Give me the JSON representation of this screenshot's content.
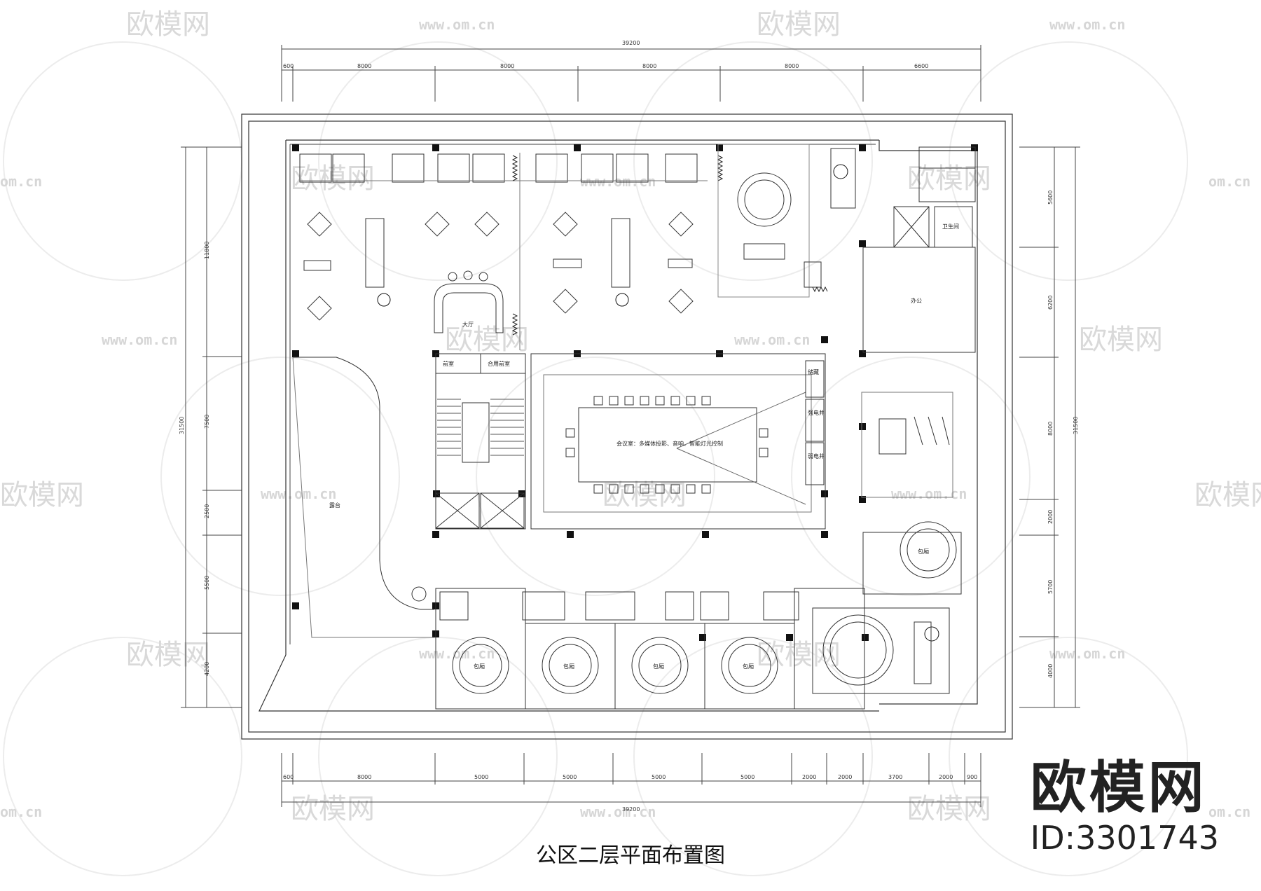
{
  "drawing": {
    "title": "公区二层平面布置图",
    "brand_name": "欧模网",
    "brand_id": "ID:3301743"
  },
  "watermark": {
    "logo_text": "欧模网",
    "url_text": "www.om.cn",
    "url_fragment": "om.cn",
    "partial_logo": "欧模网"
  },
  "dimensions": {
    "total_width": "39200",
    "top_segments": [
      "600",
      "8000",
      "8000",
      "8000",
      "8000",
      "6600"
    ],
    "bottom_segments": [
      "600",
      "8000",
      "5000",
      "5000",
      "5000",
      "5000",
      "2000",
      "2000",
      "3700",
      "2000",
      "900"
    ],
    "left_overall": "31500",
    "left_segments": [
      "11800",
      "7500",
      "2500",
      "5500",
      "4200"
    ],
    "right_overall": "31500",
    "right_segments": [
      "5600",
      "6200",
      "8000",
      "2000",
      "5700",
      "4000"
    ]
  },
  "rooms": {
    "lounge": "大厅",
    "office": "办公",
    "meeting_note": "会议室：多媒体投影、音响、智能灯光控制",
    "storage_1": "储藏",
    "storage_2": "强电井",
    "storage_3": "弱电井",
    "stair_a": "前室",
    "stair_b": "合用前室",
    "toilet": "卫生间",
    "vip": "包厢",
    "room_1": "包厢",
    "room_2": "包厢",
    "room_3": "包厢",
    "room_4": "包厢",
    "terrace": "露台"
  }
}
